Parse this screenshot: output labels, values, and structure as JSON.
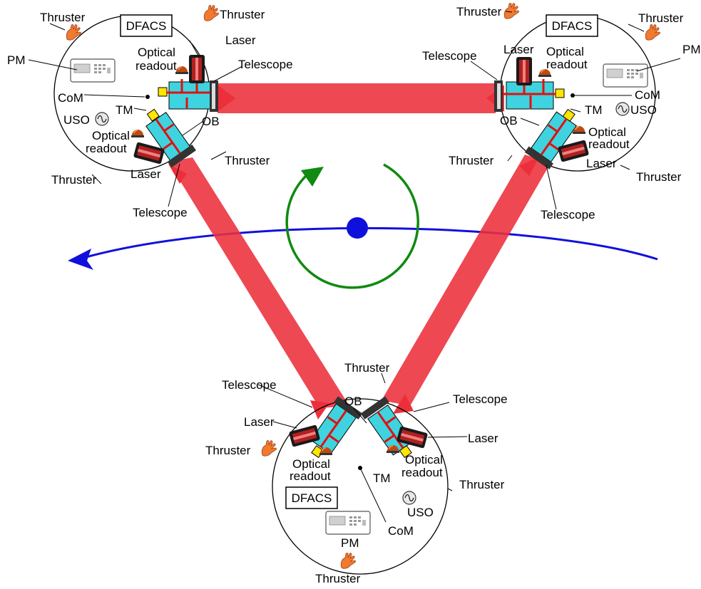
{
  "colors": {
    "beam": "#ec2f3b",
    "optical_bench": "#3fd3df",
    "test_mass": "#ffe500",
    "orbit": "#1010dd",
    "rotation": "#108a10",
    "thruster": "#f07a30",
    "readout": "#c05a10",
    "outline": "#000000"
  },
  "icons": {
    "thruster": "hand-thruster-icon",
    "phasemeter": "phasemeter-device-icon",
    "uso": "sine-wave-oscillator-icon",
    "laser": "laser-cylinder-icon",
    "optical_readout": "dome-sensor-icon"
  },
  "spacecraft_1": {
    "dfacs": "DFACS",
    "thruster_top_left": "Thruster",
    "thruster_top_right": "Thruster",
    "thruster_right": "Thruster",
    "thruster_bottom_left": "Thruster",
    "pm": "PM",
    "com": "CoM",
    "tm": "TM",
    "uso": "USO",
    "ob": "OB",
    "optical_readout_a_1": "Optical",
    "optical_readout_a_2": "readout",
    "optical_readout_b_1": "Optical",
    "optical_readout_b_2": "readout",
    "laser_a": "Laser",
    "laser_b": "Laser",
    "telescope_a": "Telescope",
    "telescope_b": "Telescope"
  },
  "spacecraft_2": {
    "dfacs": "DFACS",
    "thruster_top_left": "Thruster",
    "thruster_top_right": "Thruster",
    "thruster_left": "Thruster",
    "thruster_bottom_right": "Thruster",
    "pm": "PM",
    "com": "CoM",
    "tm": "TM",
    "uso": "USO",
    "ob": "OB",
    "optical_readout_a_1": "Optical",
    "optical_readout_a_2": "readout",
    "optical_readout_b_1": "Optical",
    "optical_readout_b_2": "readout",
    "laser_a": "Laser",
    "laser_b": "Laser",
    "telescope_a": "Telescope",
    "telescope_b": "Telescope"
  },
  "spacecraft_3": {
    "dfacs": "DFACS",
    "thruster_top": "Thruster",
    "thruster_left": "Thruster",
    "thruster_right": "Thruster",
    "thruster_bottom": "Thruster",
    "pm": "PM",
    "com": "CoM",
    "tm": "TM",
    "uso": "USO",
    "ob": "OB",
    "optical_readout_a_1": "Optical",
    "optical_readout_a_2": "readout",
    "optical_readout_b_1": "Optical",
    "optical_readout_b_2": "readout",
    "laser_a": "Laser",
    "laser_b": "Laser",
    "telescope_a": "Telescope",
    "telescope_b": "Telescope"
  }
}
